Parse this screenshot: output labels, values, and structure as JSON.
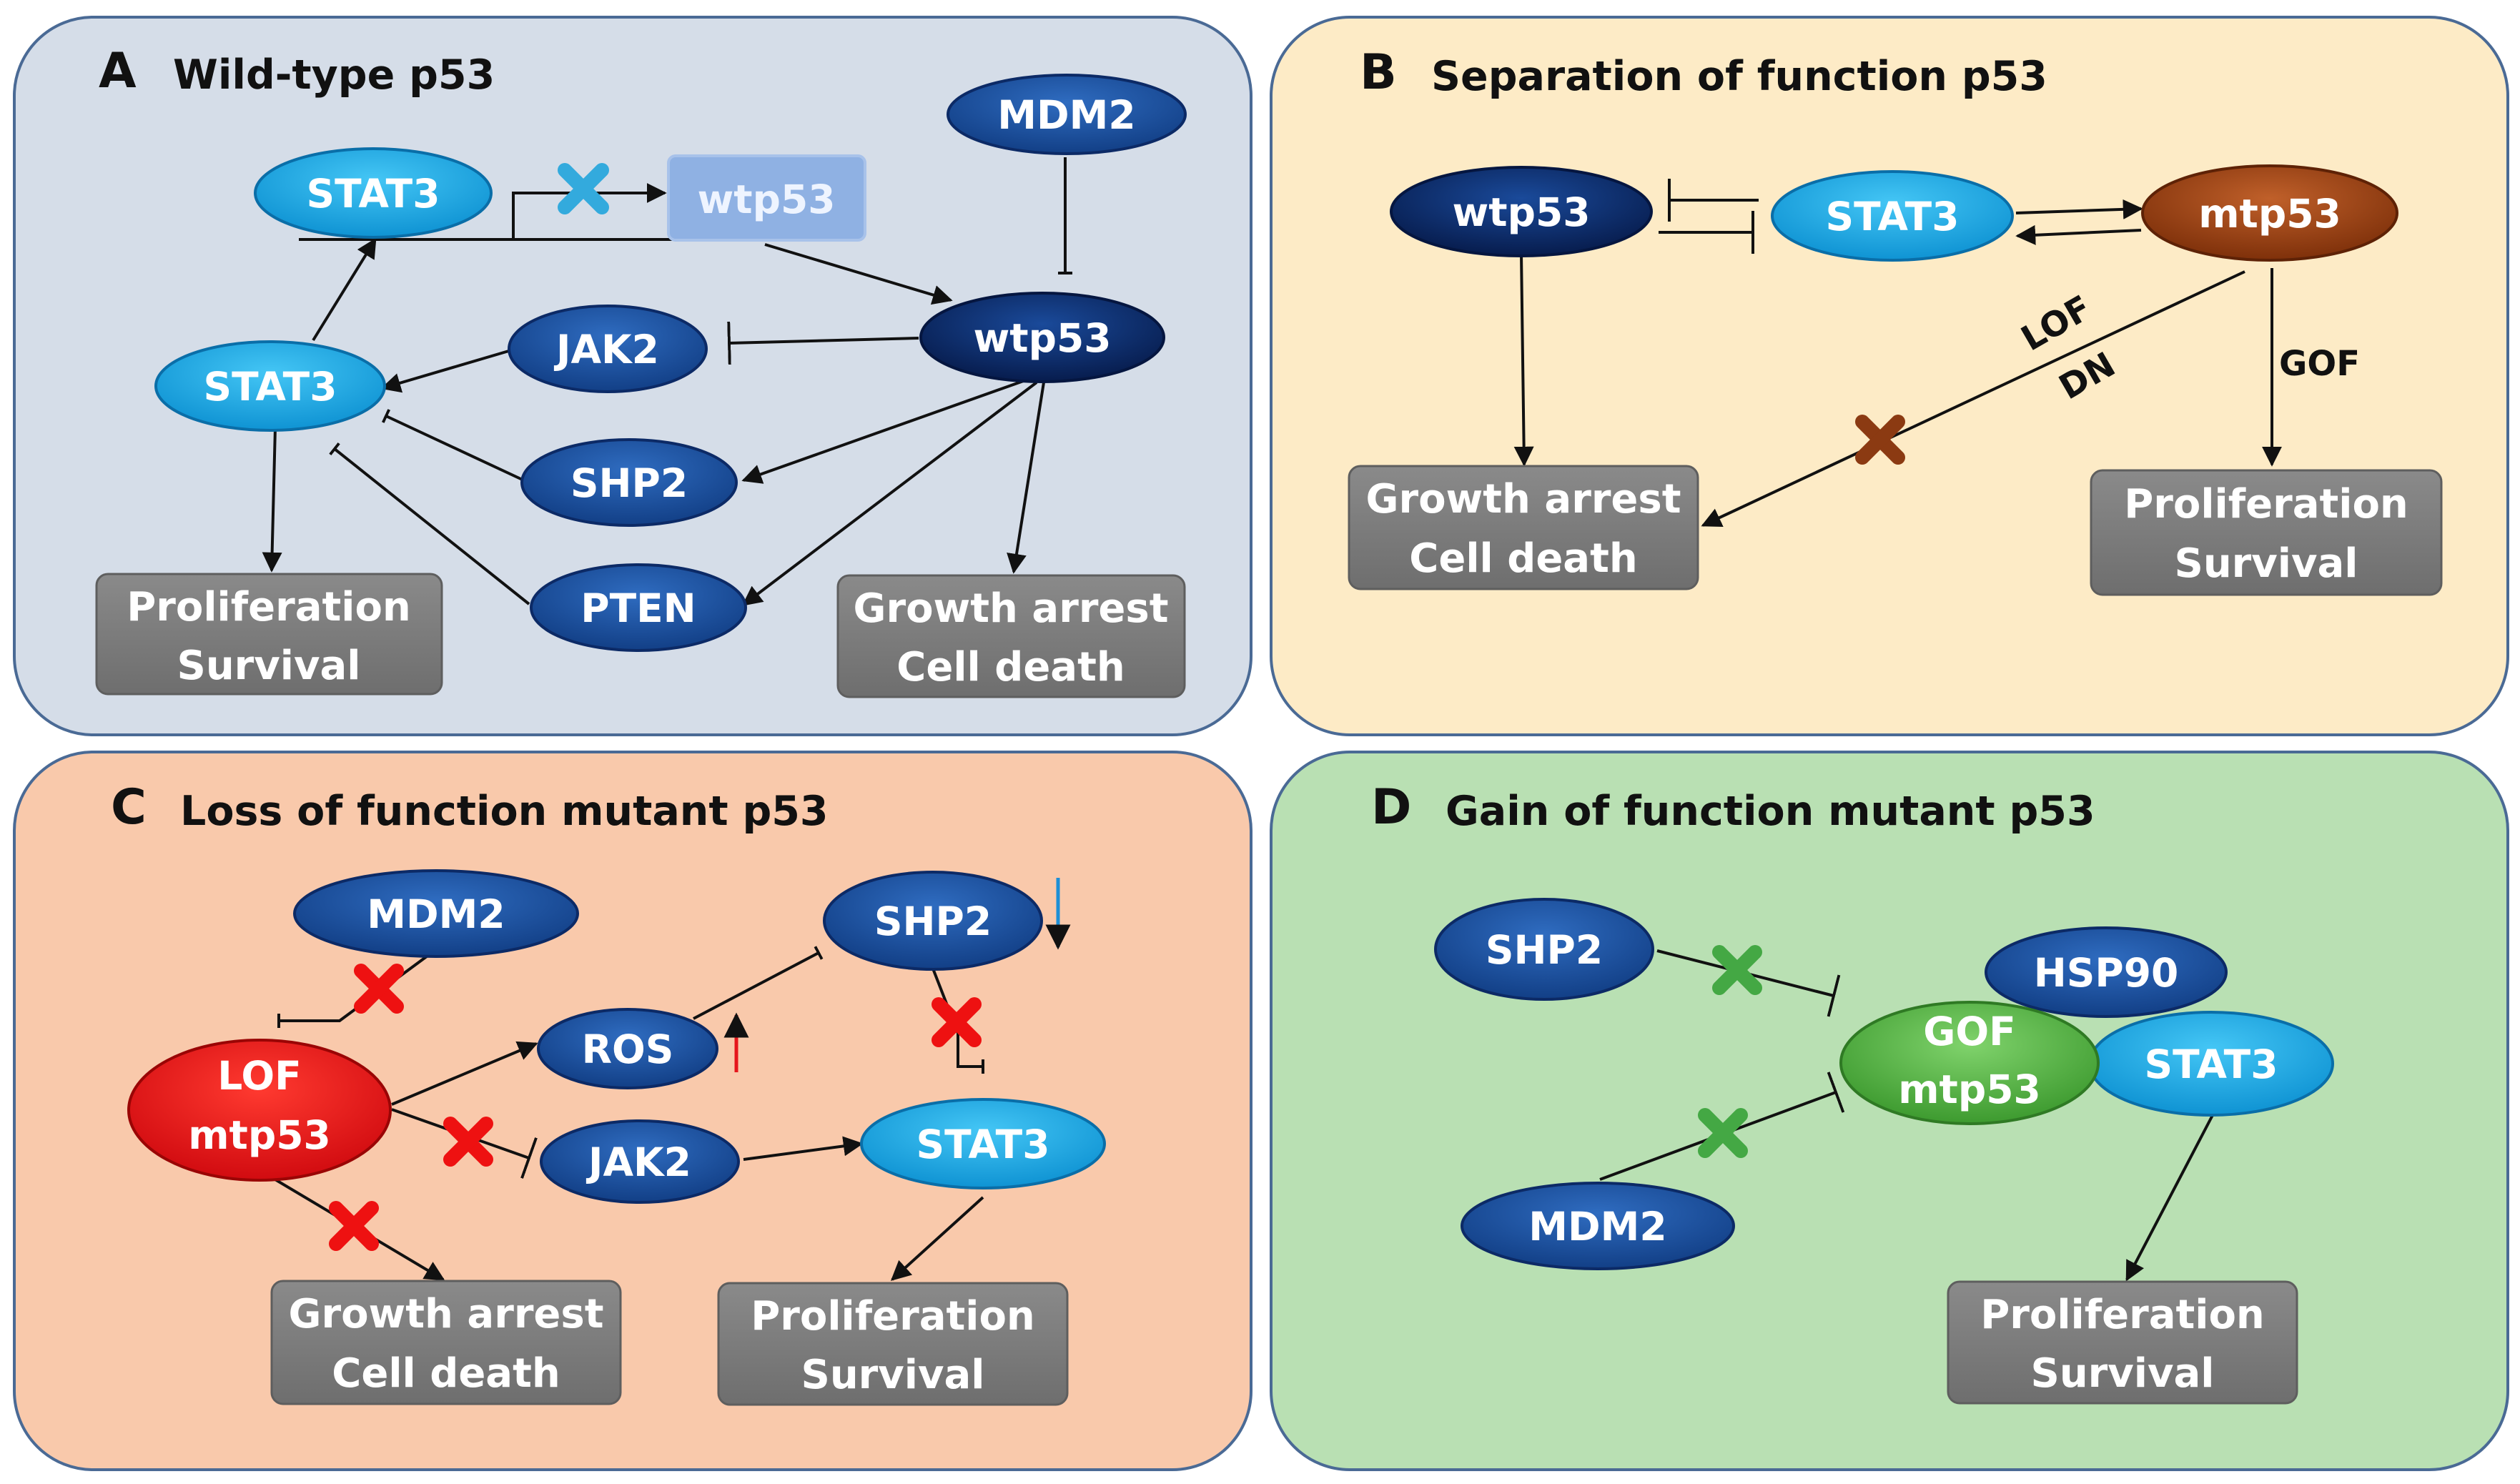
{
  "panels": {
    "A": {
      "letter": "A",
      "title": "Wild-type p53",
      "nodes": {
        "mdm2": "MDM2",
        "stat3_top": "STAT3",
        "wtp53_faint": "wtp53",
        "wtp53": "wtp53",
        "jak2": "JAK2",
        "stat3": "STAT3",
        "shp2": "SHP2",
        "pten": "PTEN"
      },
      "boxes": {
        "prolif": [
          "Proliferation",
          "Survival"
        ],
        "growth": [
          "Growth arrest",
          "Cell death"
        ]
      }
    },
    "B": {
      "letter": "B",
      "title": "Separation of function p53",
      "nodes": {
        "wtp53": "wtp53",
        "stat3": "STAT3",
        "mtp53": "mtp53"
      },
      "edge_labels": {
        "lof": "LOF",
        "dn": "DN",
        "gof": "GOF"
      },
      "boxes": {
        "growth": [
          "Growth arrest",
          "Cell death"
        ],
        "prolif": [
          "Proliferation",
          "Survival"
        ]
      }
    },
    "C": {
      "letter": "C",
      "title": "Loss of function mutant p53",
      "nodes": {
        "mdm2": "MDM2",
        "shp2": "SHP2",
        "lof": [
          "LOF",
          "mtp53"
        ],
        "ros": "ROS",
        "jak2": "JAK2",
        "stat3": "STAT3"
      },
      "boxes": {
        "growth": [
          "Growth arrest",
          "Cell death"
        ],
        "prolif": [
          "Proliferation",
          "Survival"
        ]
      }
    },
    "D": {
      "letter": "D",
      "title": "Gain of function mutant p53",
      "nodes": {
        "shp2": "SHP2",
        "hsp90": "HSP90",
        "gof": [
          "GOF",
          "mtp53"
        ],
        "stat3": "STAT3",
        "mdm2": "MDM2"
      },
      "boxes": {
        "prolif": [
          "Proliferation",
          "Survival"
        ]
      }
    }
  },
  "colors": {
    "panel_a_bg": "#d5dde8",
    "panel_b_bg": "#fdebc6",
    "panel_c_bg": "#f9c9ab",
    "panel_d_bg": "#b9e0b3",
    "dark_navy": "#0c2a66",
    "mid_blue": "#1d54a3",
    "light_cyan": "#1aa7e2",
    "brown": "#9a3f10",
    "red": "#e5161c",
    "green_node": "#5bb84a",
    "gray_box": "#7f7f7f",
    "cross_blue": "#33aadd",
    "cross_brown": "#8b3a12",
    "cross_red": "#ee1111",
    "cross_green": "#44a844"
  }
}
